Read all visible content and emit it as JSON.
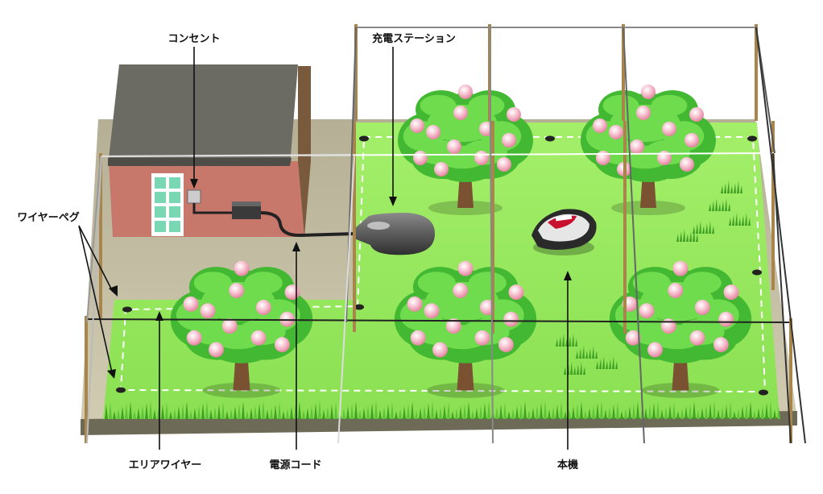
{
  "labels": {
    "outlet": "コンセント",
    "charging_station": "充電ステーション",
    "wire_peg": "ワイヤーペグ",
    "area_wire": "エリアワイヤー",
    "power_cord": "電源コード",
    "main_unit": "本機"
  },
  "colors": {
    "lawn": "#95e85a",
    "lawn_dark": "#5dbb2e",
    "yard_floor": "#c8c2a8",
    "house_wall": "#c87a6e",
    "roof": "#6b6a63",
    "window": "#7ad7b4",
    "tree_leaf": "#4cc43a",
    "tree_trunk": "#7a5232",
    "peach": "#f4b9c8",
    "post": "#a8854a",
    "station": "#555555",
    "wire_dashed": "#ffffff"
  }
}
